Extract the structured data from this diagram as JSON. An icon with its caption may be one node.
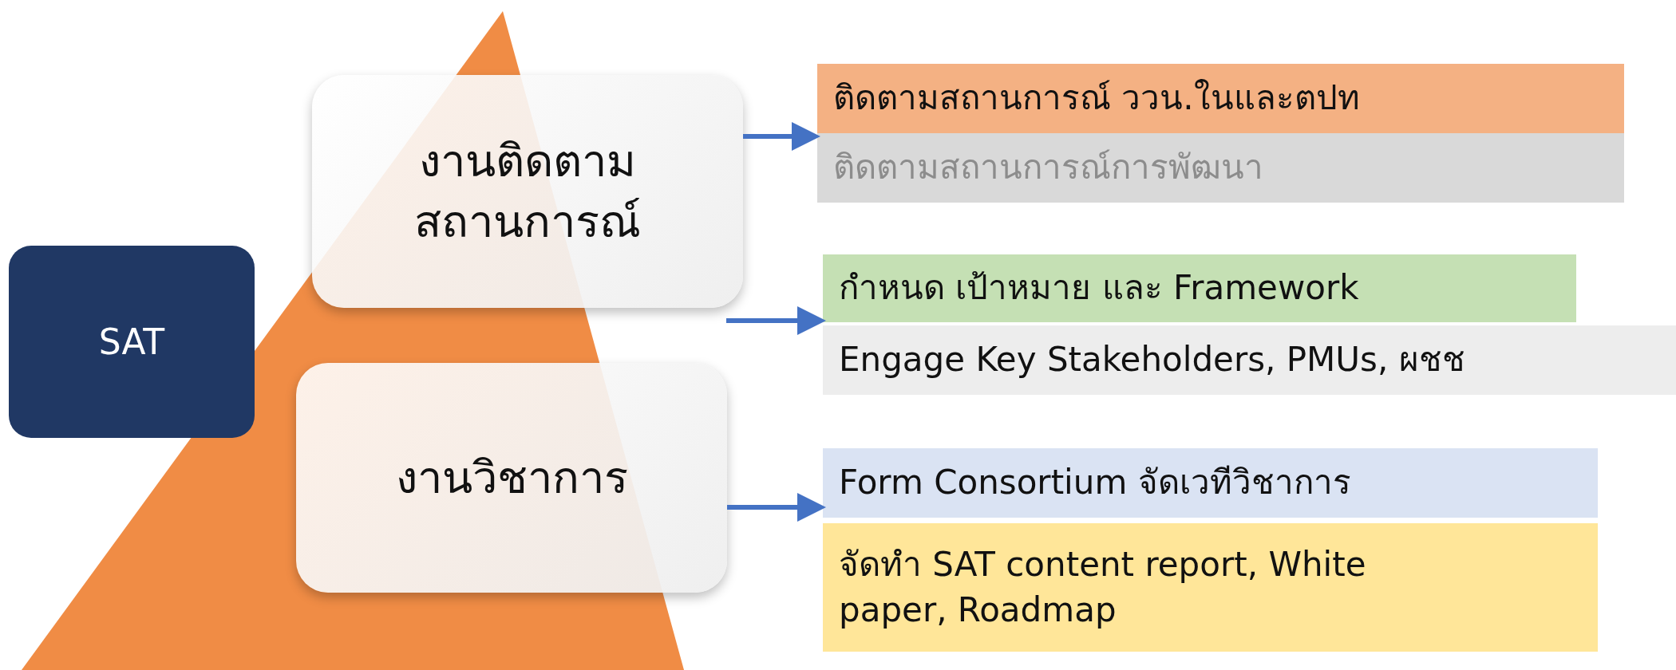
{
  "diagram": {
    "nodes": [
      {
        "text": [
          "SAT"
        ]
      },
      {
        "text": [
          "งานติดตามสถานการณ์"
        ]
      },
      {
        "text": [
          "งานวิชาการ"
        ]
      },
      {
        "text": [
          "ติดตามสถานการณ์ ววน.ในและตปท"
        ]
      },
      {
        "text": [
          "ติดตามสถานการณ์การพัฒนา"
        ]
      },
      {
        "text": [
          "กำหนด เป้าหมาย และ Framework"
        ]
      },
      {
        "text": [
          "Engage Key Stakeholders, PMUs, ผชช"
        ]
      },
      {
        "text": [
          "Form Consortium จัดเวทีวิชาการ"
        ]
      },
      {
        "text": [
          "จัดทำ SAT content report, White paper, Roadmap"
        ]
      }
    ],
    "edges": [
      {
        "from": 1,
        "to": 3,
        "arrow": "to"
      },
      {
        "from": 1,
        "to": 5,
        "arrow": "to"
      },
      {
        "from": 2,
        "to": 7,
        "arrow": "to"
      }
    ]
  }
}
